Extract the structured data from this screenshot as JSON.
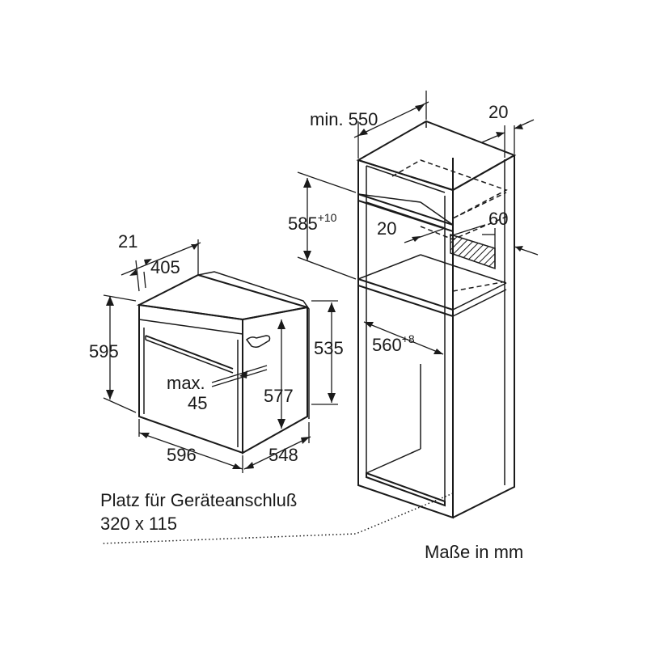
{
  "oven": {
    "depth_top": "405",
    "front_panel": "21",
    "height": "595",
    "inner_height": "577",
    "rear_height": "535",
    "width": "596",
    "depth_bottom": "548",
    "max_label": "max.",
    "max_value": "45"
  },
  "cabinet": {
    "min_depth_label": "min. 550",
    "wall_gap": "20",
    "niche_height": "585",
    "niche_height_tol": "+10",
    "vent_depth": "20",
    "vent_slot": "60",
    "niche_width": "560",
    "niche_width_tol": "+8"
  },
  "note": {
    "connection_line1": "Platz für Geräteanschluß",
    "connection_line2": "320 x 115",
    "units": "Maße in mm"
  }
}
